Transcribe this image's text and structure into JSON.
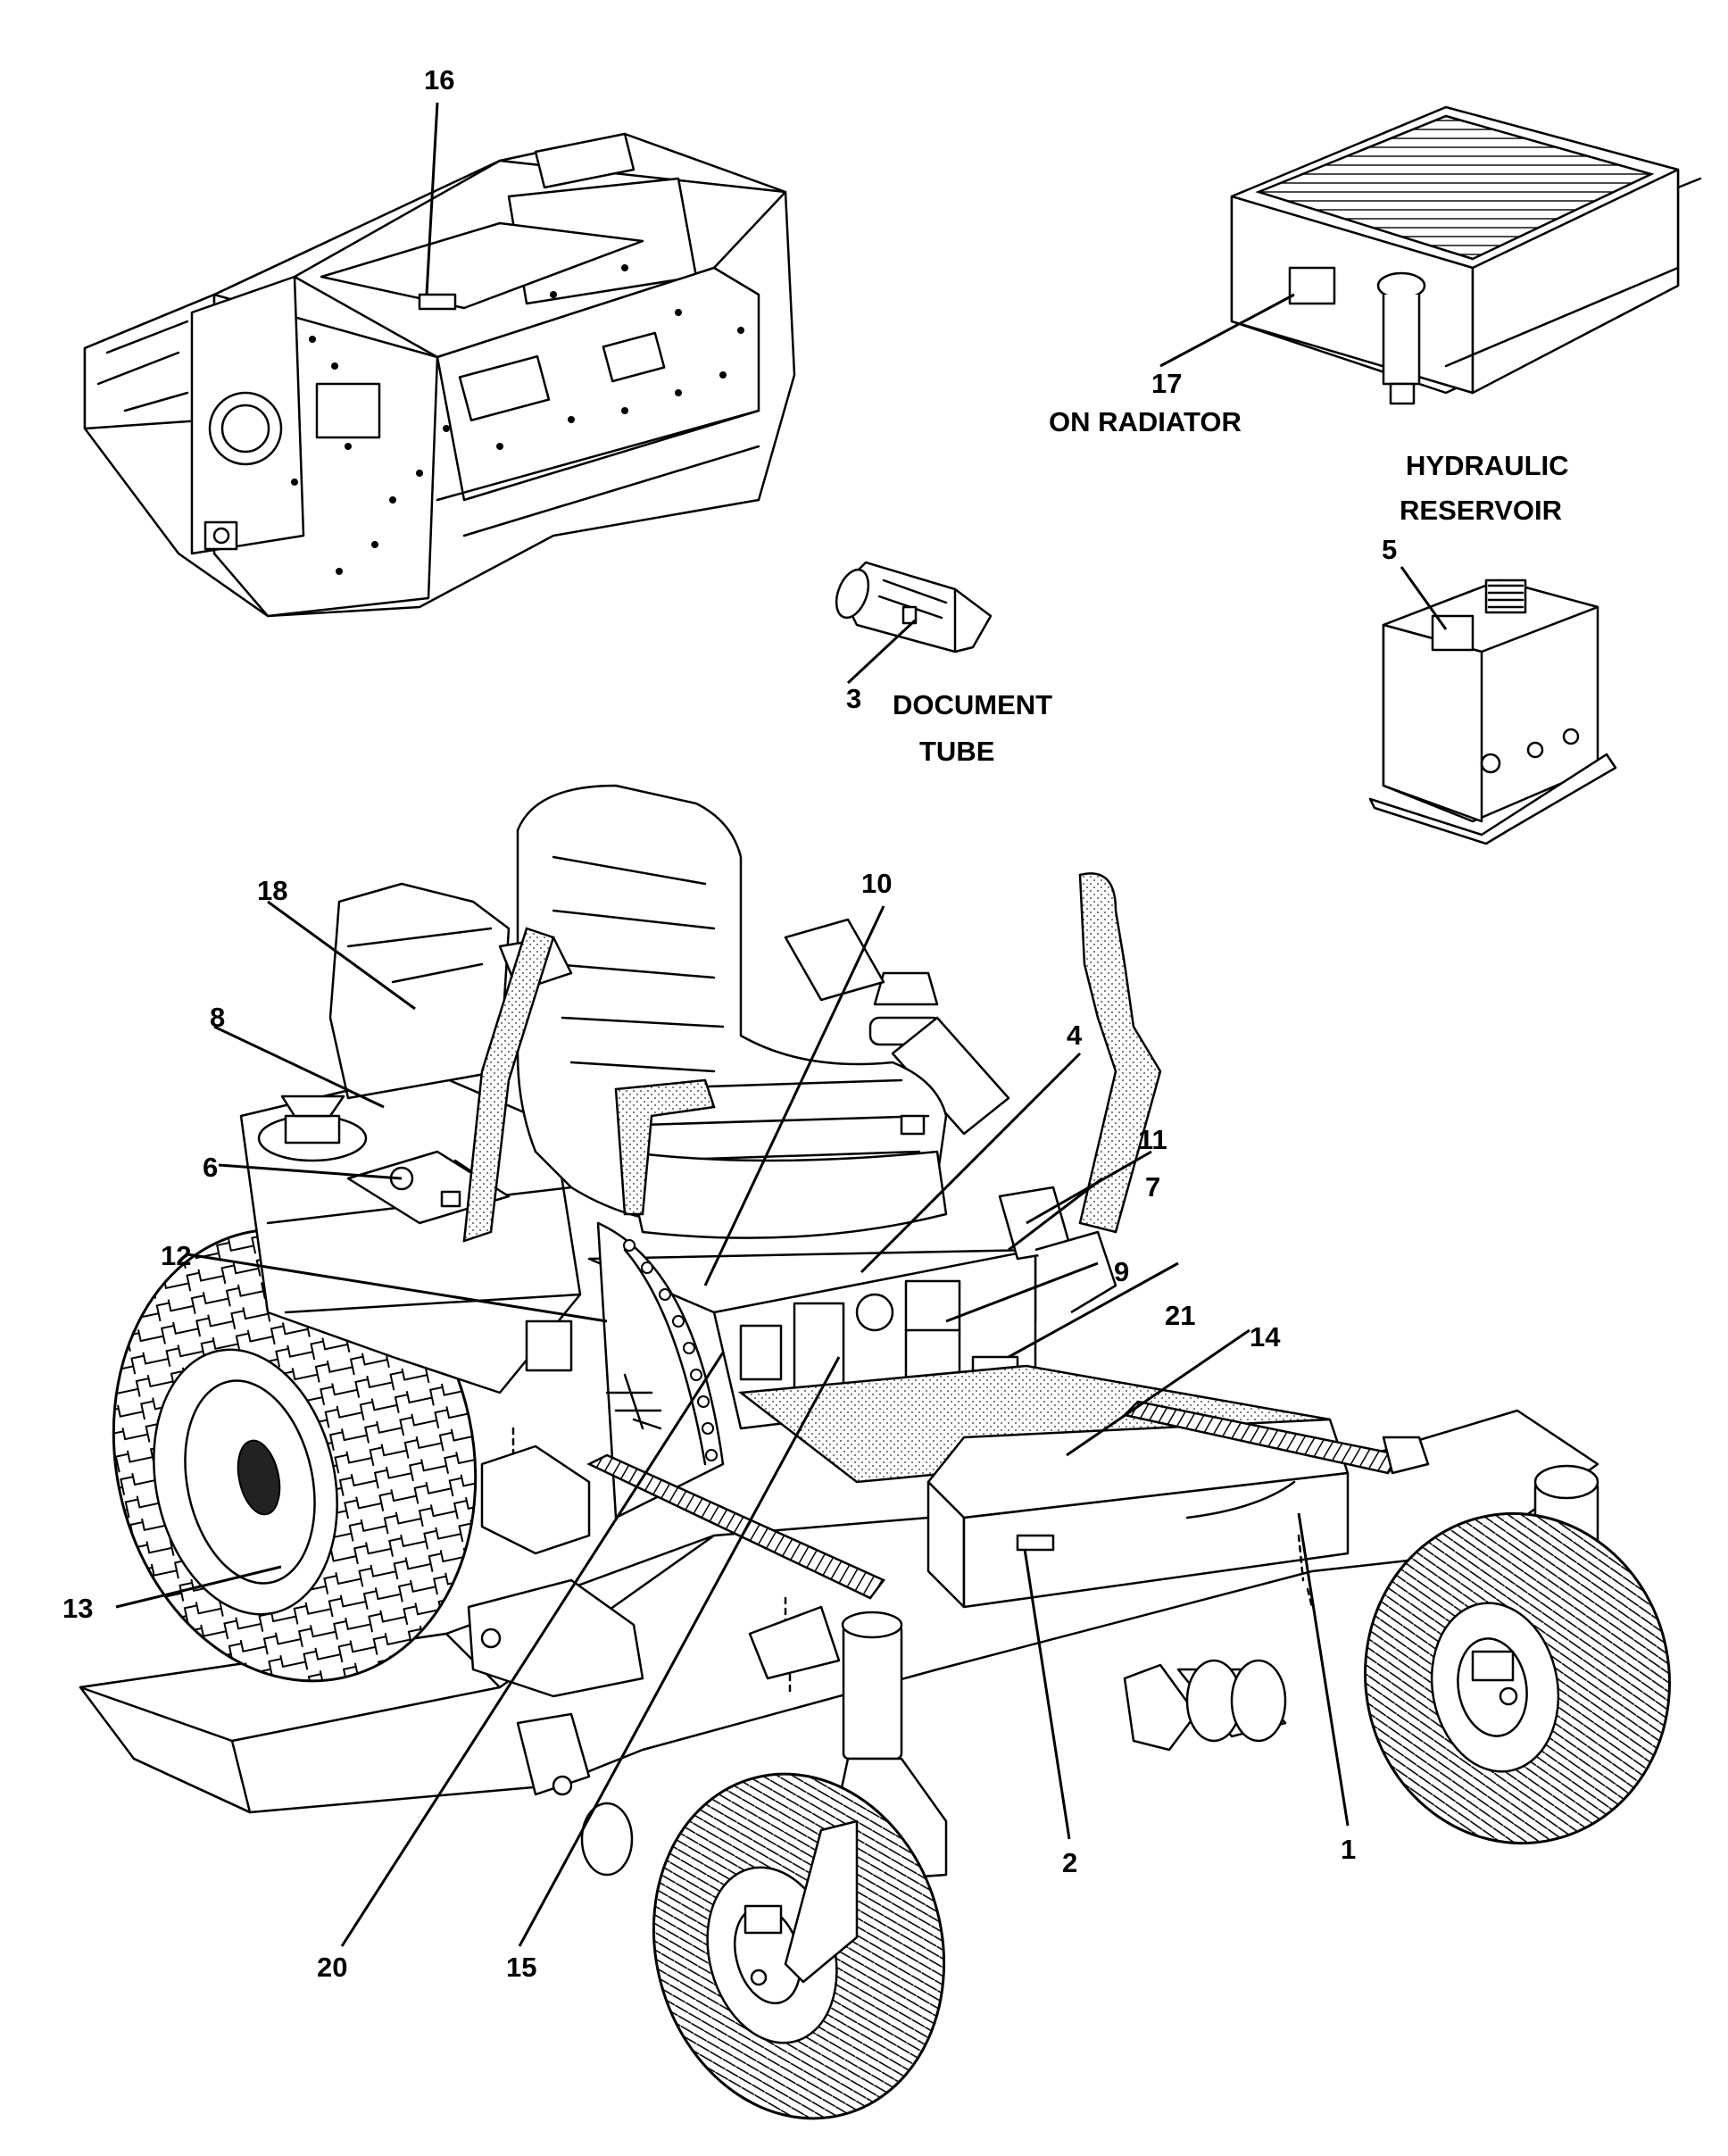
{
  "callouts": {
    "c1": "1",
    "c2": "2",
    "c3": "3",
    "c4": "4",
    "c5": "5",
    "c6": "6",
    "c7": "7",
    "c8": "8",
    "c9": "9",
    "c10": "10",
    "c11": "11",
    "c12": "12",
    "c13": "13",
    "c14": "14",
    "c15": "15",
    "c16": "16",
    "c17": "17",
    "c18": "18",
    "c20": "20",
    "c21": "21"
  },
  "captions": {
    "on_radiator": "ON RADIATOR",
    "hydraulic_line1": "HYDRAULIC",
    "hydraulic_line2": "RESERVOIR",
    "document_line1": "DOCUMENT",
    "document_line2": "TUBE"
  }
}
